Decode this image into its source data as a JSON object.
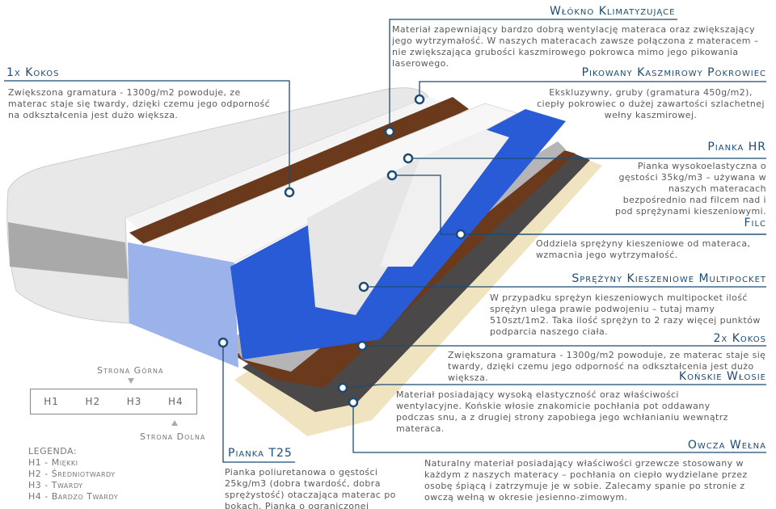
{
  "layers": [
    {
      "title": "1x Kokos",
      "text": "Zwiększona gramatura - 1300g/m2 powoduje, ze materac staje się twardy, dzięki czemu jego odporność na odkształcenia jest dużo większa."
    },
    {
      "title": "Włókno Klimatyzujące",
      "text": "Materiał zapewniający bardzo dobrą wentylację materaca oraz zwiększający jego wytrzymałość. W naszych materacach zawsze połączona z materacem – nie zwiększająca grubości kaszmirowego pokrowca mimo jego pikowania laserowego."
    },
    {
      "title": "Pikowany Kaszmirowy Pokrowiec",
      "text": "Ekskluzywny, gruby (gramatura 450g/m2), ciepły pokrowiec o dużej zawartości szlachetnej wełny kaszmirowej."
    },
    {
      "title": "Pianka HR",
      "text": "Pianka wysokoelastyczna o gęstości 35kg/m3 – używana w naszych materacach bezpośrednio nad filcem nad i pod sprężynami kieszeniowymi."
    },
    {
      "title": "Filc",
      "text": "Oddziela sprężyny kieszeniowe od materaca, wzmacnia jego wytrzymałość."
    },
    {
      "title": "Sprężyny Kieszeniowe Multipocket",
      "text": "W przypadku sprężyn kieszeniowych multipocket ilość sprężyn ulega prawie podwojeniu – tutaj mamy 510szt/1m2. Taka ilość sprężyn to 2 razy więcej punktów podparcia naszego ciała."
    },
    {
      "title": "2x Kokos",
      "text": "Zwiększona gramatura - 1300g/m2 powoduje, ze materac staje się twardy, dzięki czemu jego odporność na odkształcenia jest dużo większa."
    },
    {
      "title": "Końskie Włosie",
      "text": "Materiał posiadający wysoką elastyczność oraz właściwości wentylacyjne. Końskie włosie znakomicie pochłania pot oddawany podczas snu, a z drugiej strony zapobiega jego wchłanianiu wewnątrz materaca."
    },
    {
      "title": "Owcza Wełna",
      "text": "Naturalny materiał posiadający właściwości grzewcze stosowany w każdym z naszych materacy – pochłania on ciepło wydzielane przez osobę śpiącą i zatrzymuje je w sobie. Zalecamy spanie po stronie z owczą wełną w okresie jesienno-zimowym."
    },
    {
      "title": "Pianka T25",
      "text": "Pianka poliuretanowa o gęstości 25kg/m3 (dobra twardość, dobra sprężystość)  otaczająca materac po bokach. Pianka o ograniczonej odporności na wygniatanie."
    }
  ],
  "firmness": {
    "top_label": "Strona Górna",
    "bottom_label": "Strona Dolna",
    "levels": [
      "H1",
      "H2",
      "H3",
      "H4"
    ],
    "legend_title": "LEGENDA:",
    "legend": [
      "H1 - Miękki",
      "H2 - Średniotwardy",
      "H3 - Twardy",
      "H4 - Bardzo Twardy"
    ]
  },
  "colors": {
    "accent": "#1c4b73",
    "text": "#5a5a5a",
    "spring": "#2a5bd7"
  }
}
